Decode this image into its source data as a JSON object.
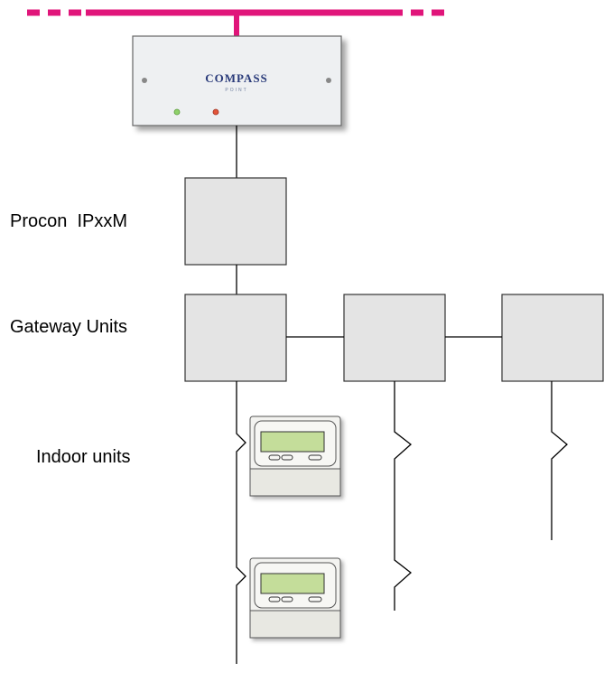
{
  "labels": {
    "procon": "Procon  IPxxM",
    "gateway": "Gateway Units",
    "indoor": "Indoor units"
  },
  "compass_logo": {
    "text": "COMPASS",
    "subtext": "POINT"
  },
  "colors": {
    "network_bus": "#e0157a",
    "box_fill": "#e4e4e4",
    "box_stroke": "#333333",
    "led_green": "#8fd16a",
    "led_red": "#e2553a",
    "lcd_screen": "#c4dd9a"
  },
  "icons": [
    "network-bus-icon",
    "compass-controller-icon",
    "remote-controller-icon"
  ]
}
